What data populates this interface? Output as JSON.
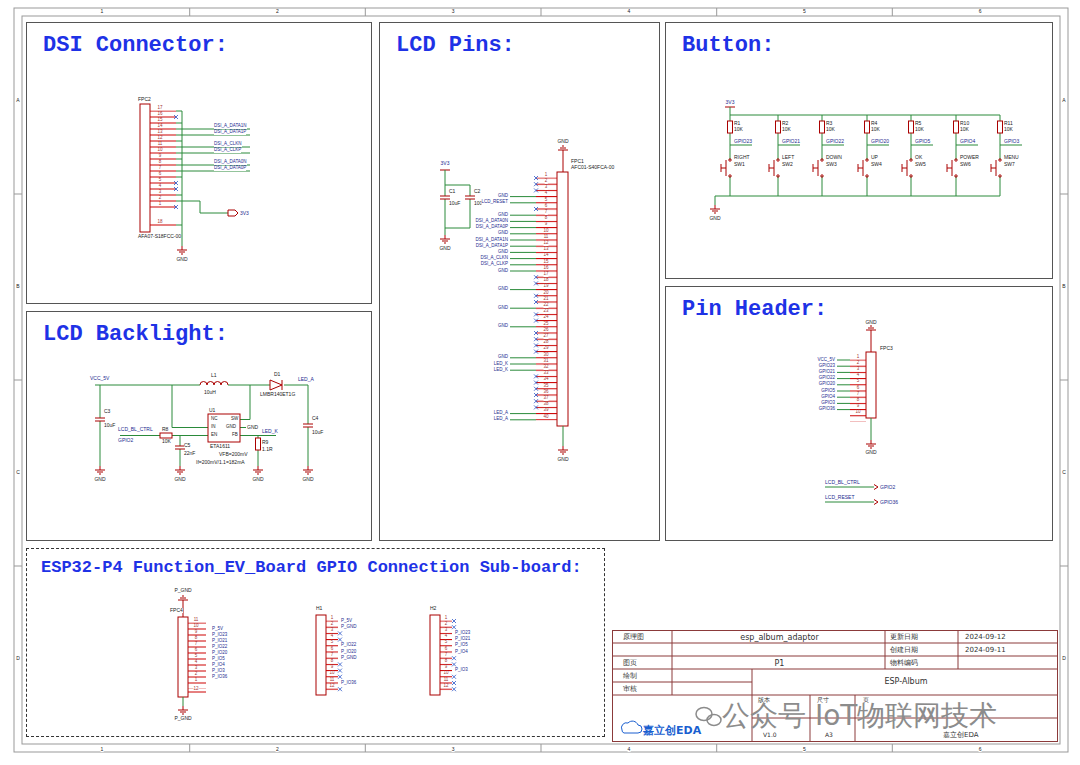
{
  "diagram": {
    "nodes": [
      {
        "text": [
          "DSI Connector:"
        ]
      },
      {
        "text": [
          "LCD Pins:"
        ]
      },
      {
        "text": [
          "Button:"
        ]
      },
      {
        "text": [
          "LCD Backlight:"
        ]
      },
      {
        "text": [
          "Pin Header:"
        ]
      },
      {
        "text": [
          "ESP32-P4 Function_EV_Board GPIO Connection Sub-board:"
        ]
      },
      {
        "text": [
          "原理图",
          "esp_album_adaptor",
          "更新日期",
          "2024-09-12",
          "创建日期",
          "2024-09-11",
          "图页",
          "P1",
          "物料编码",
          "绘制",
          "审核",
          "ESP-Album",
          "版本",
          "V1.0",
          "尺寸",
          "A3",
          "页",
          "嘉立创EDA",
          "嘉立创EDA"
        ]
      }
    ],
    "labels": [
      "1",
      "2",
      "3",
      "4",
      "5",
      "6",
      "1",
      "2",
      "3",
      "4",
      "5",
      "6",
      "A",
      "B",
      "C",
      "D",
      "A",
      "B",
      "C",
      "D",
      "FPC2",
      "17",
      "16",
      "15",
      "14",
      "13",
      "12",
      "11",
      "10",
      "9",
      "8",
      "7",
      "6",
      "5",
      "4",
      "3",
      "2",
      "1",
      "18",
      "DSI_A_DATA1N",
      "DSI_A_DATA1P",
      "DSI_A_CLKN",
      "DSI_A_CLKP",
      "DSI_A_DATA0N",
      "DSI_A_DATA0P",
      "3V3",
      "AFA07-S18FCC-00",
      "GND",
      "GND",
      "FPC1",
      "AFC01-S40FCA-00",
      "3V3",
      "C1",
      "C2",
      "10uF",
      "100nF",
      "GND",
      "GND",
      "LCD_RESET",
      "GND",
      "DSI_A_DATA0N",
      "DSI_A_DATA0P",
      "GND",
      "DSI_A_DATA1N",
      "DSI_A_DATA1P",
      "GND",
      "DSI_A_CLKN",
      "DSI_A_CLKP",
      "GND",
      "GND",
      "GND",
      "GND",
      "GND",
      "LED_K",
      "LED_K",
      "LED_A",
      "LED_A",
      "1",
      "2",
      "3",
      "4",
      "5",
      "6",
      "7",
      "8",
      "9",
      "10",
      "11",
      "12",
      "13",
      "14",
      "15",
      "16",
      "17",
      "18",
      "19",
      "20",
      "21",
      "22",
      "23",
      "24",
      "25",
      "26",
      "27",
      "28",
      "29",
      "30",
      "31",
      "32",
      "33",
      "34",
      "35",
      "36",
      "37",
      "38",
      "39",
      "40",
      "GND",
      "3V3",
      "R1",
      "R2",
      "R3",
      "R4",
      "R5",
      "R10",
      "R11",
      "10K",
      "10K",
      "10K",
      "10K",
      "10K",
      "10K",
      "10K",
      "GPIO23",
      "GPIO21",
      "GPIO22",
      "GPIO20",
      "GPIO5",
      "GPIO4",
      "GPIO3",
      "RIGHT",
      "LEFT",
      "DOWN",
      "UP",
      "OK",
      "POWER",
      "MENU",
      "SW1",
      "SW2",
      "SW3",
      "SW4",
      "SW5",
      "SW6",
      "SW7",
      "GND",
      "VCC_5V",
      "C3",
      "10uF",
      "L1",
      "10uH",
      "D1",
      "LMBR140ET1G",
      "LED_A",
      "U1",
      "NC",
      "SW",
      "IN",
      "GND",
      "EN",
      "FB",
      "ETA1611",
      "LCD_BL_CTRL",
      "GPIO2",
      "R8",
      "10K",
      "C5",
      "22nF",
      "GND",
      "LED_K",
      "R9",
      "1.1R",
      "VFB=200mV",
      "If=200mV/1.1=182mA",
      "C4",
      "10uF",
      "GND",
      "GND",
      "GND",
      "GND",
      "GND",
      "FPC3",
      "1",
      "2",
      "3",
      "4",
      "5",
      "6",
      "7",
      "8",
      "9",
      "10",
      "VCC_5V",
      "GPIO23",
      "GPIO21",
      "GPIO22",
      "GPIO20",
      "GPIO5",
      "GPIO4",
      "GPIO3",
      "GPIO36",
      "GND",
      "LCD_BL_CTRL",
      "GPIO2",
      "LCD_RESET",
      "GPIO36",
      "P_GND",
      "FPC4",
      "11",
      "10",
      "9",
      "8",
      "7",
      "6",
      "5",
      "4",
      "3",
      "2",
      "1",
      "12",
      "P_5V",
      "P_IO23",
      "P_IO21",
      "P_IO22",
      "P_IO20",
      "P_IO5",
      "P_IO4",
      "P_IO3",
      "P_IO36",
      "P_GND",
      "H1",
      "1",
      "2",
      "3",
      "4",
      "5",
      "6",
      "7",
      "8",
      "9",
      "10",
      "11",
      "12",
      "P_5V",
      "P_GND",
      "P_IO22",
      "P_IO20",
      "P_GND",
      "P_IO36",
      "H2",
      "1",
      "2",
      "3",
      "4",
      "5",
      "6",
      "7",
      "8",
      "9",
      "10",
      "11",
      "12",
      "P_IO23",
      "P_IO21",
      "P_IO5",
      "P_IO4",
      "P_IO3",
      "公众号 IoT物联网技术"
    ]
  }
}
